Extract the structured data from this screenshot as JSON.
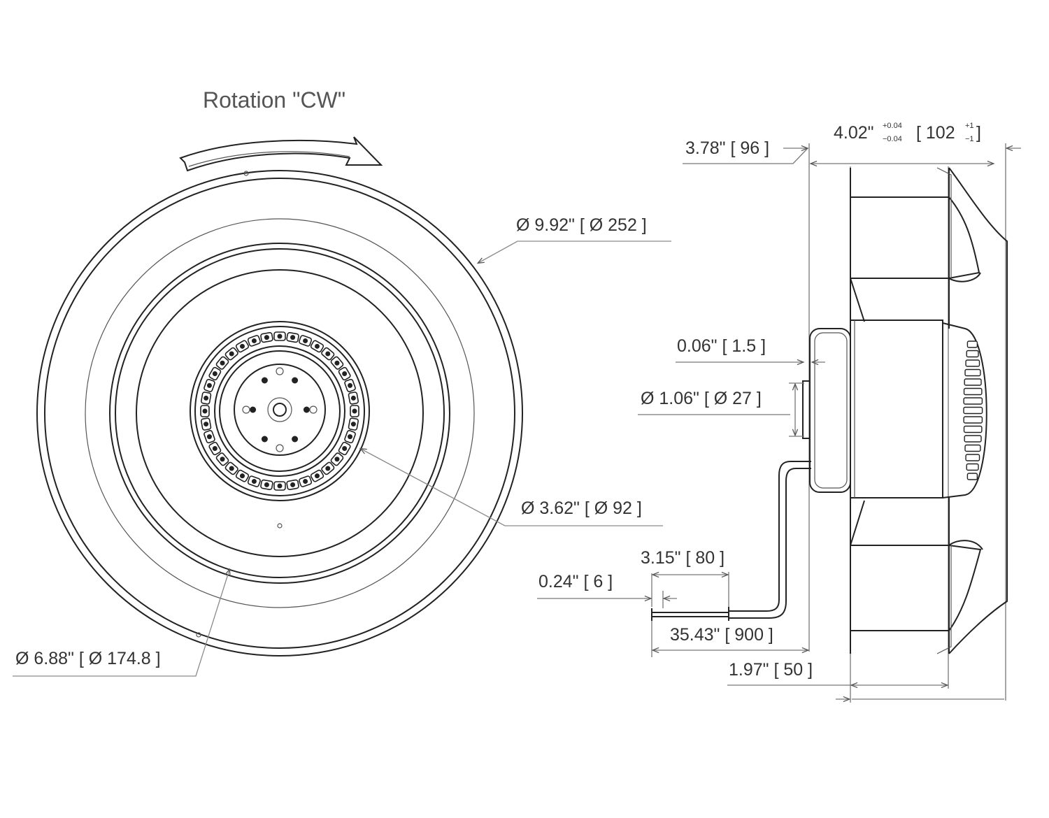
{
  "title": "Rotation \"CW\"",
  "dimensions": {
    "outer_diameter": "Ø 9.92\"  [ Ø 252 ]",
    "inlet_diameter": "Ø 6.88\"  [ Ø 174.8 ]",
    "rotor_diameter": "Ø 3.62\"  [ Ø 92 ]",
    "depth_96": "3.78\"  [ 96 ]",
    "depth_102_main": "4.02\"",
    "depth_102_tol_plus": "+0.04",
    "depth_102_tol_minus": "−0.04",
    "depth_102_mm": "[ 102",
    "depth_102_mm_plus": "+1",
    "depth_102_mm_minus": "−1",
    "depth_102_close": "]",
    "gap": "0.06\"  [ 1.5 ]",
    "shaft_diameter": "Ø 1.06\"  [ Ø 27 ]",
    "strip_length": "3.15\"  [ 80 ]",
    "wire_end": "0.24\"  [ 6 ]",
    "cable_length": "35.43\"  [ 900 ]",
    "inlet_depth": "1.97\"  [ 50 ]"
  }
}
